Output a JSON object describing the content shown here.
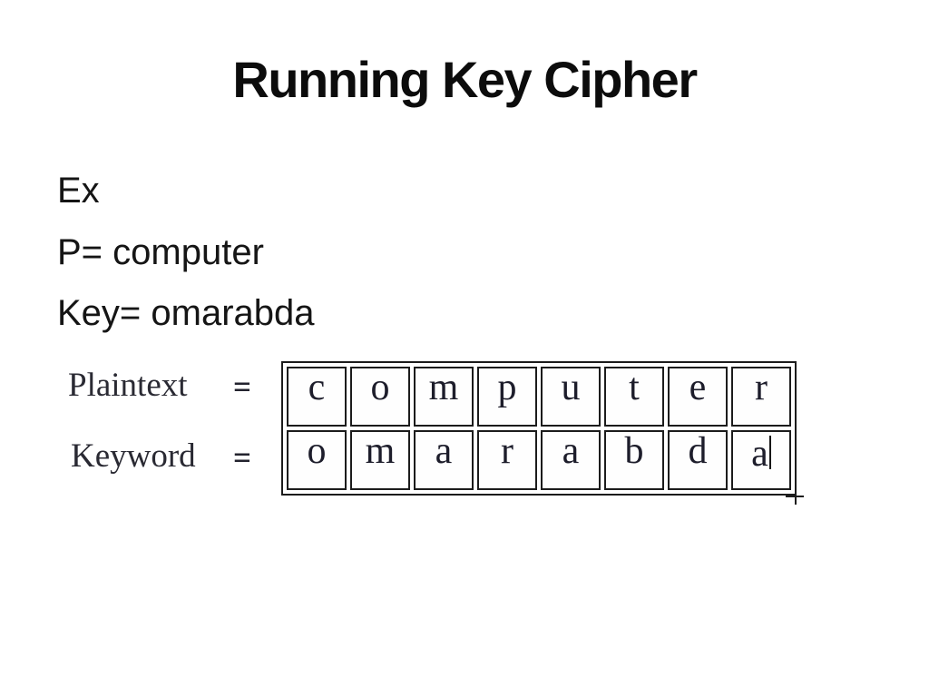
{
  "slide": {
    "title": "Running Key Cipher",
    "body_lines": [
      "Ex",
      "P= computer",
      "Key= omarabda"
    ]
  },
  "figure": {
    "rows": [
      {
        "label": "Plaintext",
        "equals": "=",
        "cells": [
          "c",
          "o",
          "m",
          "p",
          "u",
          "t",
          "e",
          "r"
        ]
      },
      {
        "label": "Keyword",
        "equals": "=",
        "cells": [
          "o",
          "m",
          "a",
          "r",
          "a",
          "b",
          "d",
          "a"
        ]
      }
    ],
    "caret": {
      "row": 1,
      "col": 7,
      "visible": true
    },
    "colors": {
      "ink": "#1c1c1c",
      "letter_ink": "#1d1d2b",
      "background": "#ffffff"
    }
  }
}
